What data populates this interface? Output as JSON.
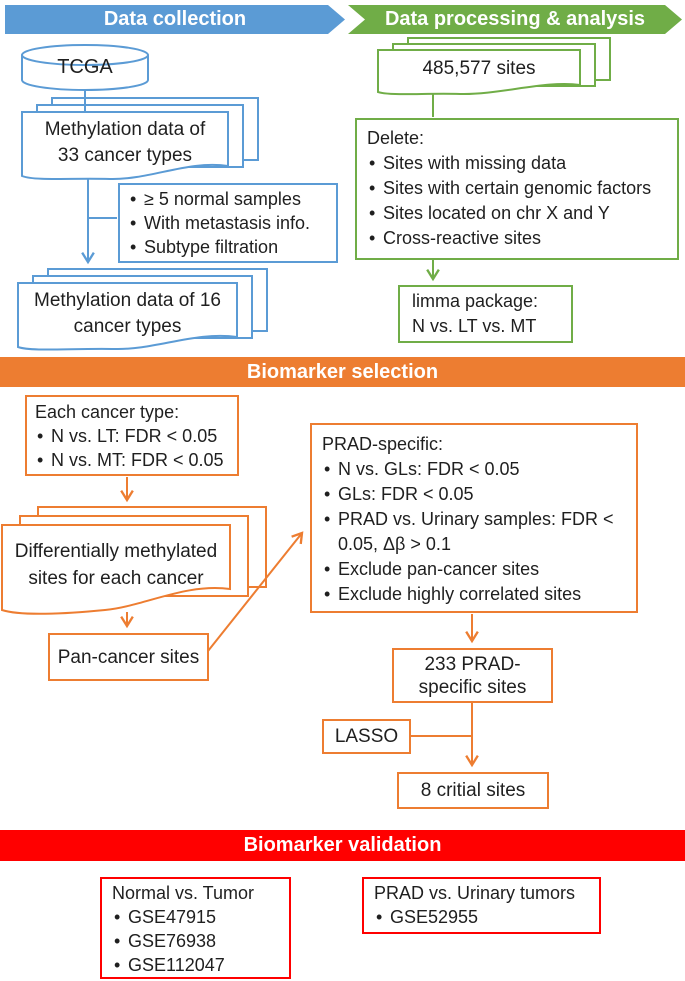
{
  "banners": {
    "collection": {
      "label": "Data collection",
      "color": "#5B9BD5"
    },
    "processing": {
      "label": "Data processing & analysis",
      "color": "#70AD47"
    },
    "selection": {
      "label": "Biomarker selection",
      "color": "#ED7D31"
    },
    "validation": {
      "label": "Biomarker validation",
      "color": "#FF0000"
    }
  },
  "collection": {
    "tcga_label": "TCGA",
    "meth33_label": "Methylation data of\n33 cancer types",
    "filter_bullets": [
      "≥ 5 normal samples",
      "With metastasis info.",
      "Subtype filtration"
    ],
    "meth16_label": "Methylation data of 16\ncancer types"
  },
  "processing": {
    "sites_label": "485,577 sites",
    "delete_title": "Delete:",
    "delete_bullets": [
      "Sites with missing data",
      "Sites with certain genomic factors",
      "Sites located on chr X and Y",
      "Cross-reactive sites"
    ],
    "limma_label": "limma package:\nN vs. LT vs. MT"
  },
  "selection": {
    "each_title": "Each cancer type:",
    "each_bullets": [
      "N vs. LT: FDR < 0.05",
      "N vs. MT: FDR < 0.05"
    ],
    "diff_label": "Differentially methylated\nsites for each cancer",
    "pan_label": "Pan-cancer sites",
    "prad_title": "PRAD-specific:",
    "prad_bullets": [
      "N vs. GLs: FDR < 0.05",
      "GLs: FDR < 0.05",
      "PRAD vs. Urinary samples: FDR < 0.05, Δβ > 0.1",
      "Exclude pan-cancer sites",
      "Exclude highly correlated sites"
    ],
    "sites233_label": "233 PRAD-\nspecific sites",
    "lasso_label": "LASSO",
    "critical_label": "8 critial sites"
  },
  "validation": {
    "normal_title": "Normal vs. Tumor",
    "normal_bullets": [
      "GSE47915",
      "GSE76938",
      "GSE112047"
    ],
    "urinary_title": "PRAD vs. Urinary tumors",
    "urinary_bullets": [
      "GSE52955"
    ]
  }
}
